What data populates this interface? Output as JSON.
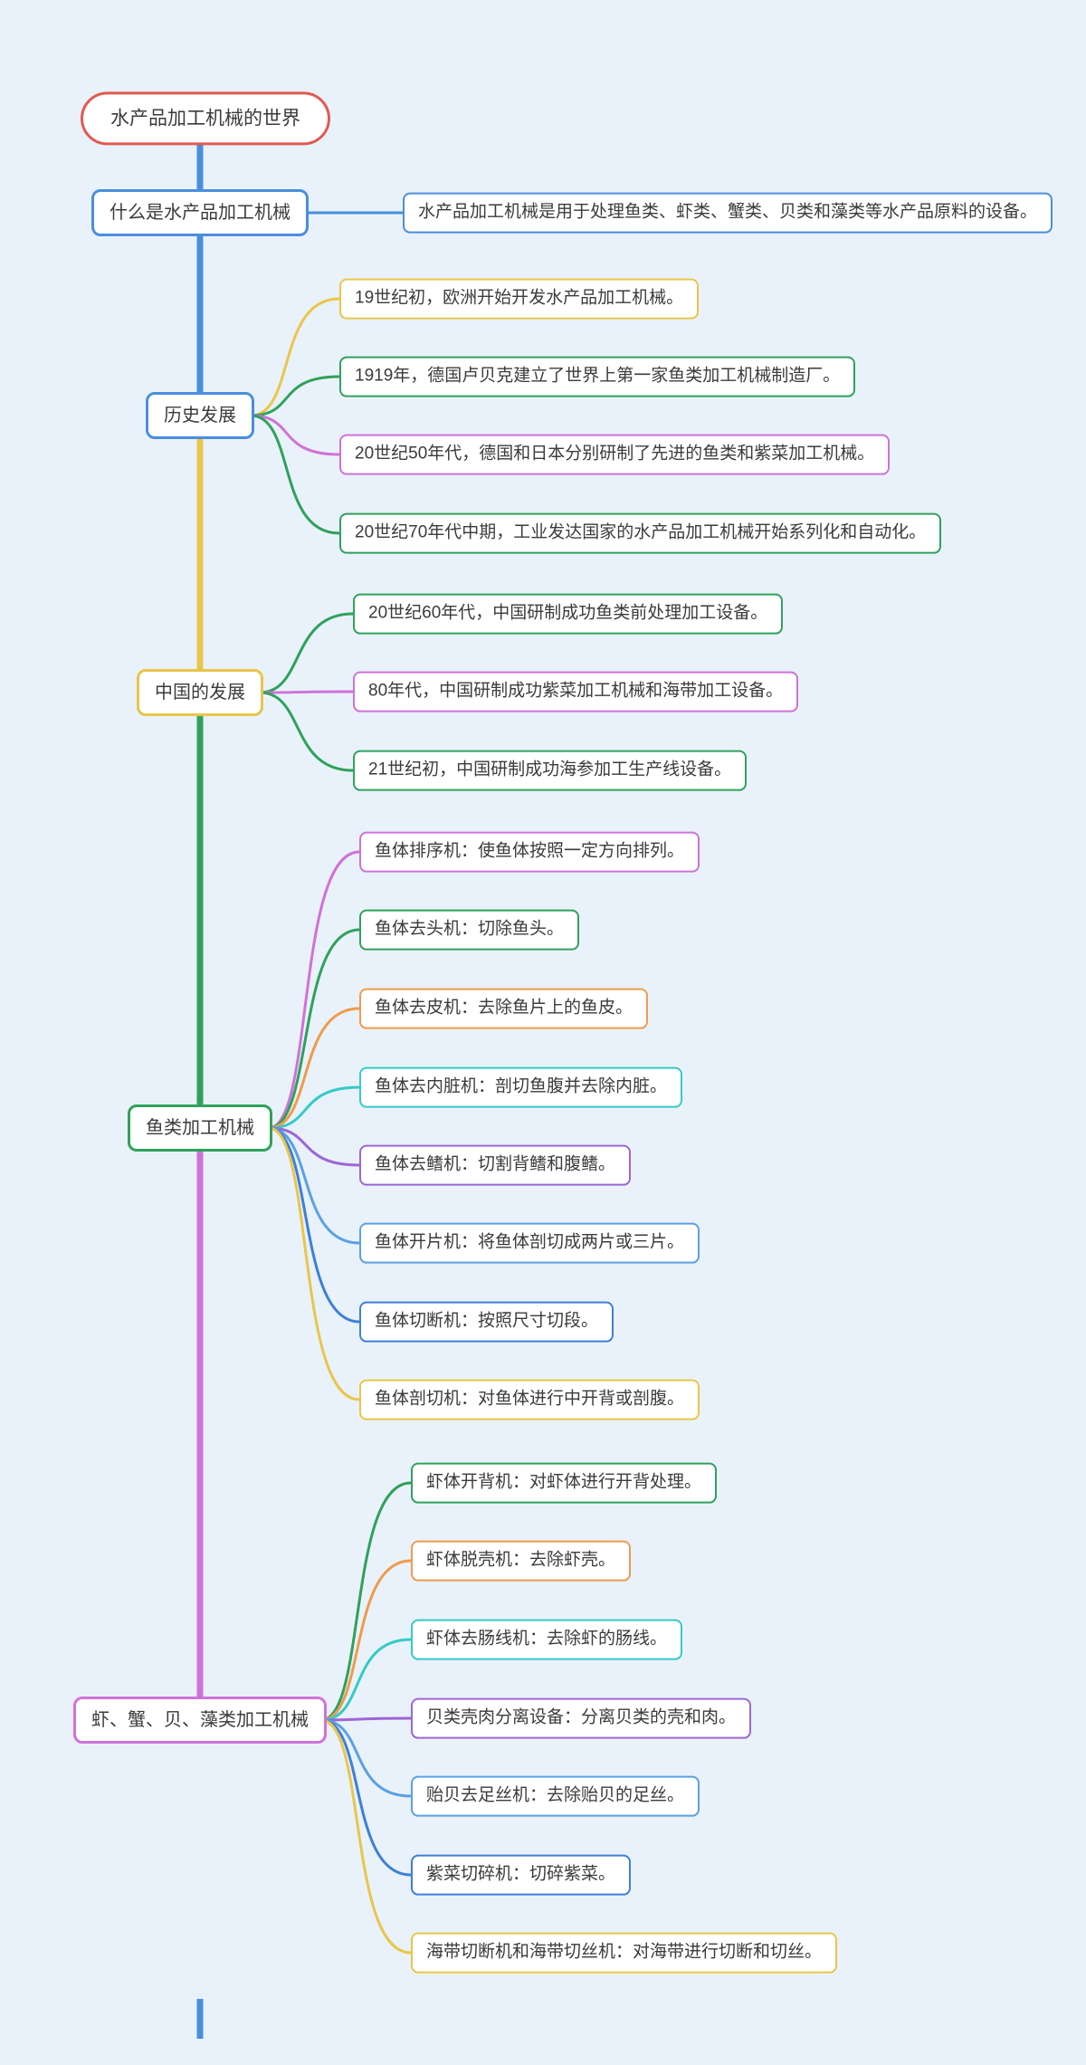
{
  "palette": {
    "red": "#e25a50",
    "blue": "#4a8ede",
    "lightblue": "#5ba0e4",
    "deepblue": "#3e7fd9",
    "yellow": "#e9c64b",
    "green": "#2fa15c",
    "orchid": "#cf72d9",
    "violet": "#9d66d5",
    "orange": "#ef9b4d",
    "cyan": "#35cac7"
  },
  "root": {
    "label": "水产品加工机械的世界",
    "color": "red"
  },
  "trunk_segments": [
    {
      "color": "blue"
    },
    {
      "color": "yellow"
    },
    {
      "color": "green"
    },
    {
      "color": "orchid"
    },
    {
      "color": "blue"
    }
  ],
  "branches": [
    {
      "label": "什么是水产品加工机械",
      "color": "blue",
      "children": [
        {
          "label": "水产品加工机械是用于处理鱼类、虾类、蟹类、贝类和藻类等水产品原料的设备。",
          "color": "blue"
        }
      ]
    },
    {
      "label": "历史发展",
      "color": "blue",
      "children": [
        {
          "label": "19世纪初，欧洲开始开发水产品加工机械。",
          "color": "yellow"
        },
        {
          "label": "1919年，德国卢贝克建立了世界上第一家鱼类加工机械制造厂。",
          "color": "green"
        },
        {
          "label": "20世纪50年代，德国和日本分别研制了先进的鱼类和紫菜加工机械。",
          "color": "orchid"
        },
        {
          "label": "20世纪70年代中期，工业发达国家的水产品加工机械开始系列化和自动化。",
          "color": "green"
        }
      ]
    },
    {
      "label": "中国的发展",
      "color": "yellow",
      "children": [
        {
          "label": "20世纪60年代，中国研制成功鱼类前处理加工设备。",
          "color": "green"
        },
        {
          "label": "80年代，中国研制成功紫菜加工机械和海带加工设备。",
          "color": "orchid"
        },
        {
          "label": "21世纪初，中国研制成功海参加工生产线设备。",
          "color": "green"
        }
      ]
    },
    {
      "label": "鱼类加工机械",
      "color": "green",
      "children": [
        {
          "label": "鱼体排序机：使鱼体按照一定方向排列。",
          "color": "orchid"
        },
        {
          "label": "鱼体去头机：切除鱼头。",
          "color": "green"
        },
        {
          "label": "鱼体去皮机：去除鱼片上的鱼皮。",
          "color": "orange"
        },
        {
          "label": "鱼体去内脏机：剖切鱼腹并去除内脏。",
          "color": "cyan"
        },
        {
          "label": "鱼体去鳍机：切割背鳍和腹鳍。",
          "color": "violet"
        },
        {
          "label": "鱼体开片机：将鱼体剖切成两片或三片。",
          "color": "lightblue"
        },
        {
          "label": "鱼体切断机：按照尺寸切段。",
          "color": "deepblue"
        },
        {
          "label": "鱼体剖切机：对鱼体进行中开背或剖腹。",
          "color": "yellow"
        }
      ]
    },
    {
      "label": "虾、蟹、贝、藻类加工机械",
      "color": "orchid",
      "children": [
        {
          "label": "虾体开背机：对虾体进行开背处理。",
          "color": "green"
        },
        {
          "label": "虾体脱壳机：去除虾壳。",
          "color": "orange"
        },
        {
          "label": "虾体去肠线机：去除虾的肠线。",
          "color": "cyan"
        },
        {
          "label": "贝类壳肉分离设备：分离贝类的壳和肉。",
          "color": "violet"
        },
        {
          "label": "贻贝去足丝机：去除贻贝的足丝。",
          "color": "lightblue"
        },
        {
          "label": "紫菜切碎机：切碎紫菜。",
          "color": "deepblue"
        },
        {
          "label": "海带切断机和海带切丝机：对海带进行切断和切丝。",
          "color": "yellow"
        }
      ]
    }
  ]
}
